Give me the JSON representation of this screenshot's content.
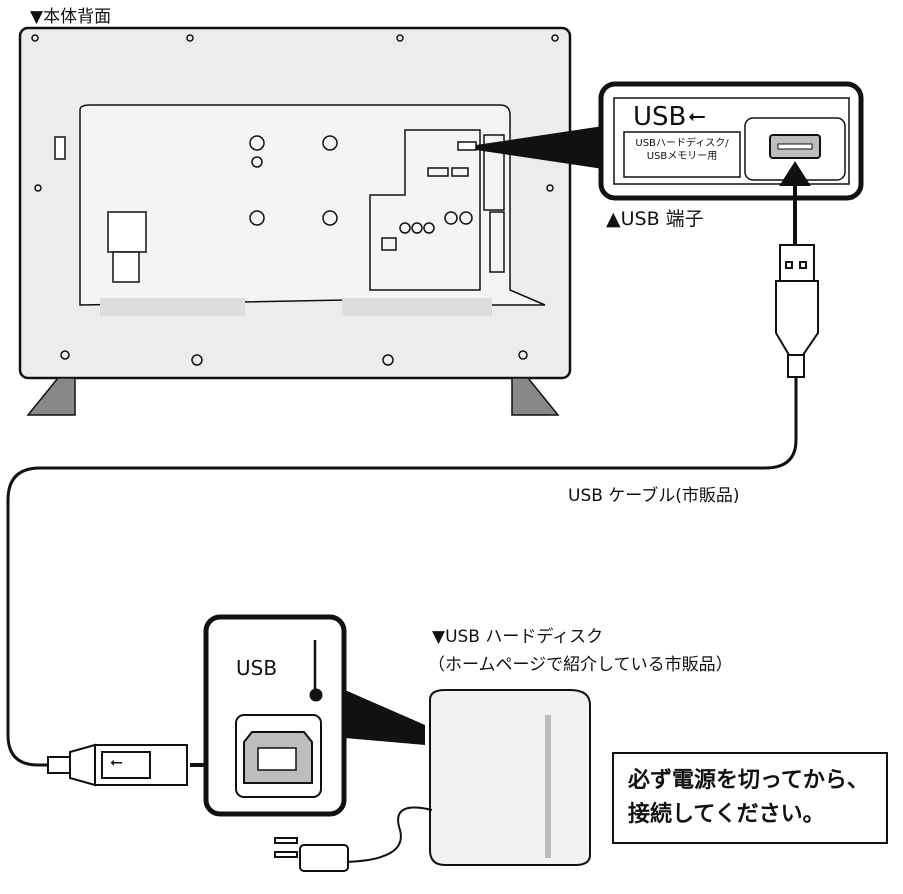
{
  "tv": {
    "title": "▼本体背面"
  },
  "usb_terminal": {
    "usb_label": "USB",
    "port_label_line1": "USBハードディスク/",
    "port_label_line2": "USBメモリー用",
    "caption": "▲USB 端子"
  },
  "cable": {
    "label": "USB ケーブル(市販品)"
  },
  "hdd": {
    "title": "▼USB ハードディスク",
    "subtitle": "（ホームページで紹介している市販品）",
    "usb_label": "USB"
  },
  "warning": {
    "line1": "必ず電源を切ってから、",
    "line2": "接続してください。"
  },
  "colors": {
    "tv_body": "#ececec",
    "line": "#111111",
    "port_gray": "#bdbdbd"
  }
}
